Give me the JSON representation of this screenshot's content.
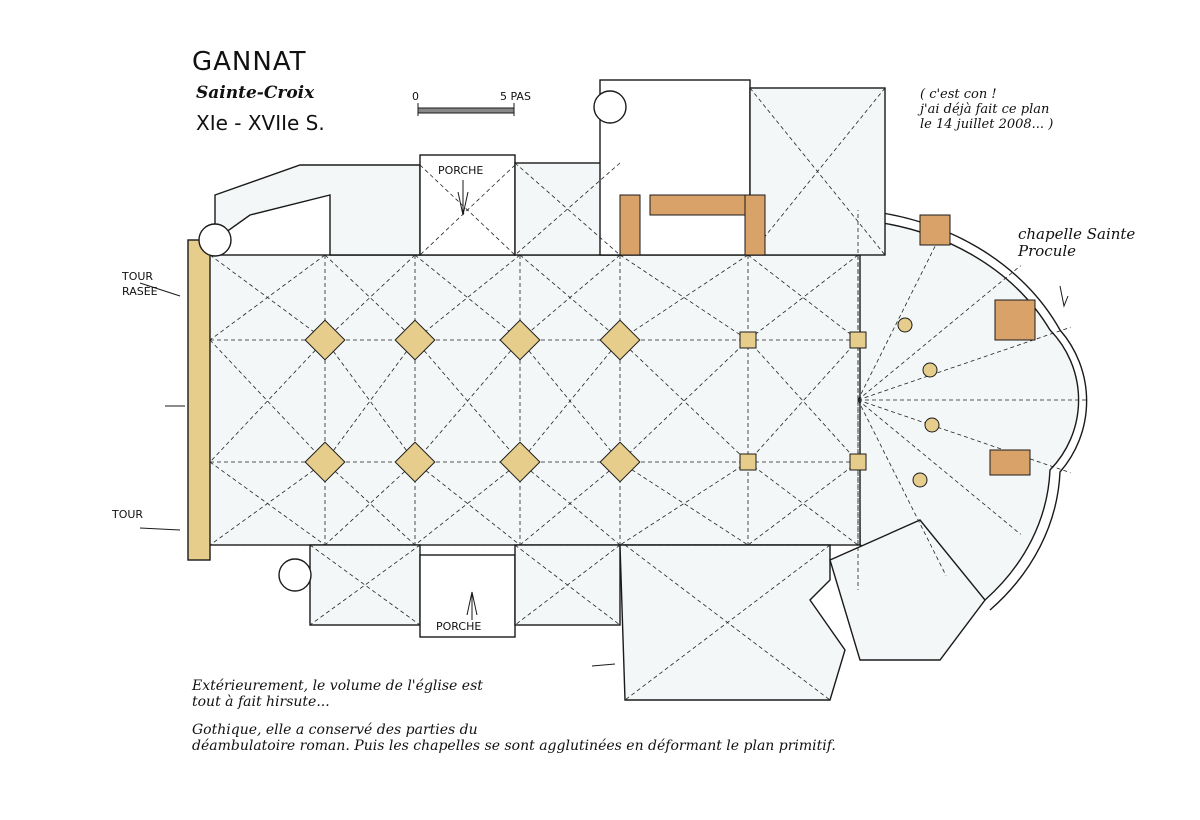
{
  "header": {
    "title": "GANNAT",
    "subtitle": "Sainte-Croix",
    "century": "XIe - XVIIe S."
  },
  "scale_bar": {
    "start_label": "0",
    "end_label": "5 PAS"
  },
  "note": {
    "line1": "( c'est con !",
    "line2": "j'ai déjà fait ce plan",
    "line3": "le 14 juillet 2008... )"
  },
  "labels": {
    "chapel": "chapelle Sainte Procule",
    "tour_rasee_1": "TOUR",
    "tour_rasee_2": "RASÉE",
    "tour": "TOUR",
    "porche_top": "PORCHE",
    "porche_bottom": "PORCHE"
  },
  "description": {
    "line1": "Extérieurement, le volume de l'église est",
    "line2": "tout à fait hirsute...",
    "line3": "Gothique, elle a conservé des parties du",
    "line4": "déambulatoire roman. Puis les chapelles se sont agglutinées en déformant le plan primitif."
  },
  "colors": {
    "wall": "#e6cd8c",
    "wall_dark": "#d9a268",
    "ink": "#1a1a1a",
    "paper": "#ffffff"
  }
}
